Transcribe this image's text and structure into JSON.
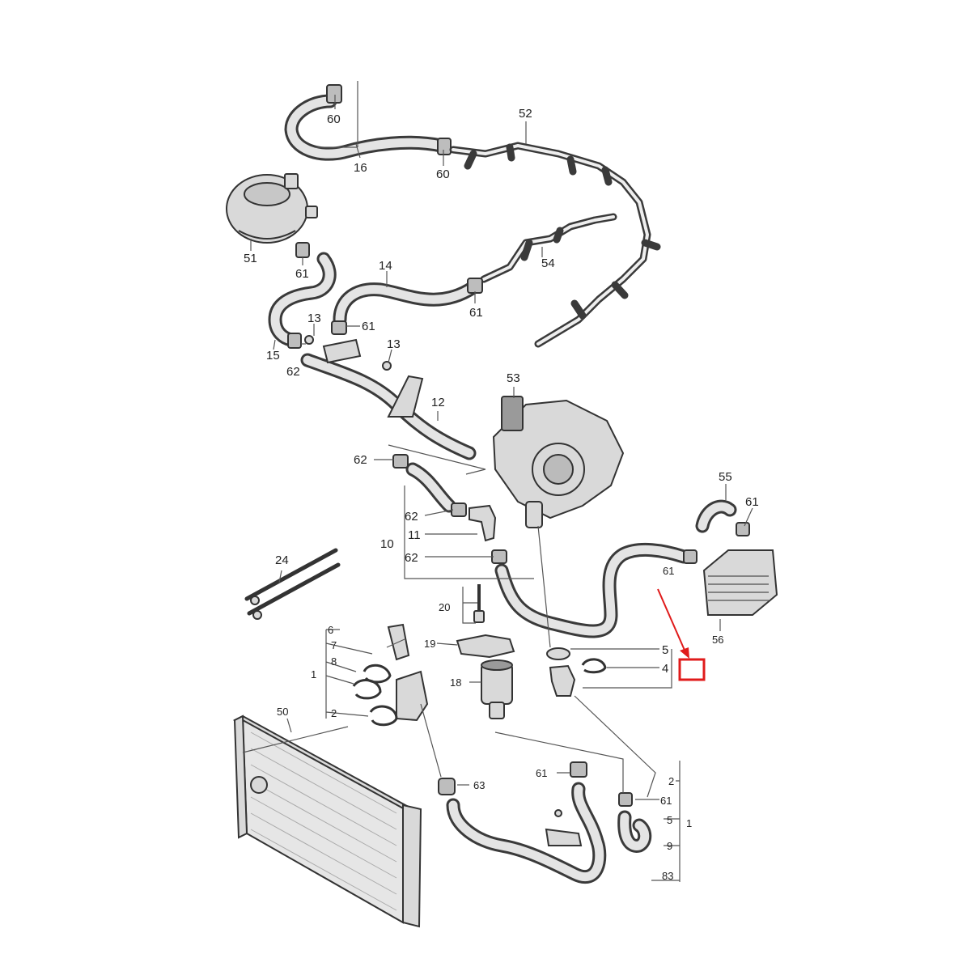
{
  "diagram": {
    "callouts": {
      "c60a": "60",
      "c60b": "60",
      "c52": "52",
      "c16": "16",
      "c51": "51",
      "c61a": "61",
      "c14": "14",
      "c61b": "61",
      "c54": "54",
      "c13a": "13",
      "c61c": "61",
      "c15": "15",
      "c62a": "62",
      "c13b": "13",
      "c53": "53",
      "c12": "12",
      "c62b": "62",
      "c62c": "62",
      "c11": "11",
      "c10": "10",
      "c62d": "62",
      "c24": "24",
      "c55": "55",
      "c61d": "61",
      "c61e": "61",
      "c56": "56",
      "c20": "20",
      "c19": "19",
      "c18": "18",
      "c5a": "5",
      "c4": "4",
      "c6": "6",
      "c7": "7",
      "c8": "8",
      "c1a": "1",
      "c2a": "2",
      "c50": "50",
      "c63": "63",
      "c61f": "61",
      "c2b": "2",
      "c61g": "61",
      "c5b": "5",
      "c9": "9",
      "c83": "83",
      "c1b": "1"
    },
    "highlight_color": "#e01b1b"
  }
}
